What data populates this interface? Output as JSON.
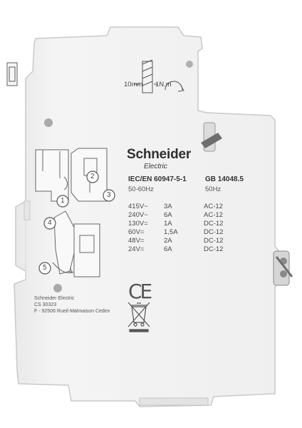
{
  "product": {
    "brand": "Schneider",
    "brand_sub": "Electric",
    "standard_left": "IEC/EN 60947-5-1",
    "standard_right": "GB 14048.5",
    "frequency_left": "50-60Hz",
    "frequency_right": "50Hz",
    "torque_left": "10mm",
    "torque_right": "1N.m",
    "steps": [
      "1",
      "2",
      "3",
      "4",
      "5"
    ],
    "ratings": [
      {
        "voltage": "415V~",
        "current": "3A",
        "category": "AC-12"
      },
      {
        "voltage": "240V~",
        "current": "6A",
        "category": "AC-12"
      },
      {
        "voltage": "130V=",
        "current": "1A",
        "category": "DC-12"
      },
      {
        "voltage": "60V=",
        "current": "1,5A",
        "category": "DC-12"
      },
      {
        "voltage": "48V=",
        "current": "2A",
        "category": "DC-12"
      },
      {
        "voltage": "24V=",
        "current": "6A",
        "category": "DC-12"
      }
    ],
    "ce_mark": "CE",
    "address": [
      "Schneider Electric",
      "CS 30323",
      "F - 92506 Rueil-Malmaison Cedex"
    ]
  },
  "colors": {
    "body": "#f1f1f1",
    "outline": "#cfcfcf",
    "text": "#4a4a4a",
    "slot": "#9a9a9a"
  },
  "icons": [
    "weee-bin-icon",
    "ce-mark-icon",
    "screwdriver-icon"
  ]
}
